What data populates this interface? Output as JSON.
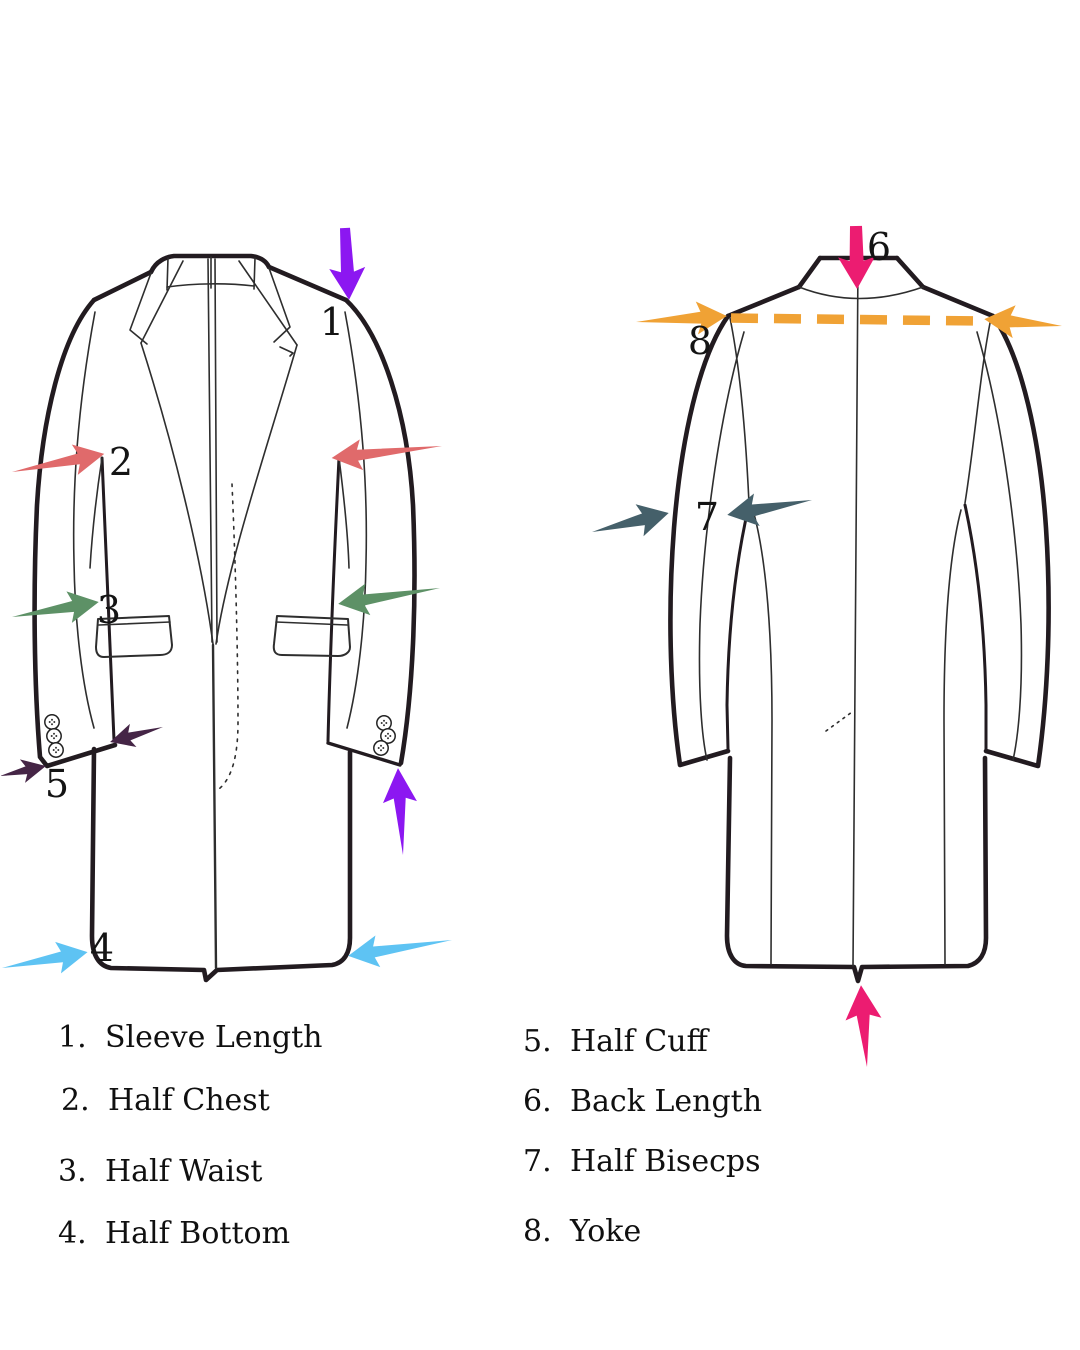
{
  "legend": {
    "left": [
      {
        "num": "1.",
        "label": "Sleeve Length"
      },
      {
        "num": "2.",
        "label": "Half Chest"
      },
      {
        "num": "3.",
        "label": "Half Waist"
      },
      {
        "num": "4.",
        "label": "Half Bottom"
      }
    ],
    "right": [
      {
        "num": "5.",
        "label": "Half Cuff"
      },
      {
        "num": "6.",
        "label": "Back Length"
      },
      {
        "num": "7.",
        "label": "Half Bisecps"
      },
      {
        "num": "8.",
        "label": "Yoke"
      }
    ]
  },
  "markers": {
    "m1": "1",
    "m2": "2",
    "m3": "3",
    "m4": "4",
    "m5": "5",
    "m6": "6",
    "m7": "7",
    "m8": "8"
  },
  "colors": {
    "outline": "#221b20",
    "detail": "#2e2e2e",
    "arrow_1_sleeve_length": "#8c17f1",
    "arrow_2_half_chest": "#e06a6b",
    "arrow_3_half_waist": "#5d9166",
    "arrow_4_half_bottom": "#5ec3f3",
    "arrow_5_half_cuff": "#452546",
    "arrow_6_back_length": "#ec1c71",
    "arrow_7_half_biceps": "#45606a",
    "arrow_8_yoke": "#f0a235"
  }
}
